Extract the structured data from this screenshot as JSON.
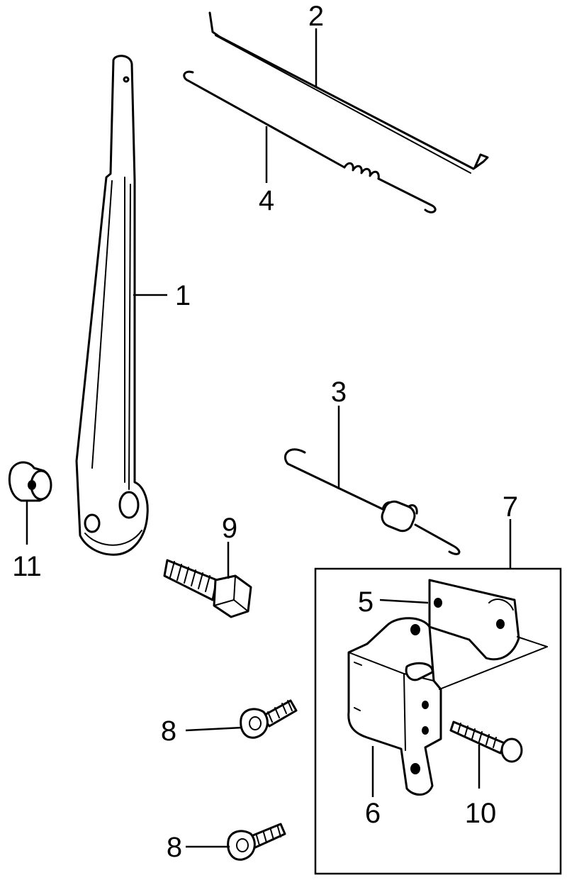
{
  "callouts": [
    {
      "id": "1",
      "label": "1"
    },
    {
      "id": "2",
      "label": "2"
    },
    {
      "id": "3",
      "label": "3"
    },
    {
      "id": "4",
      "label": "4"
    },
    {
      "id": "5",
      "label": "5"
    },
    {
      "id": "6",
      "label": "6"
    },
    {
      "id": "7",
      "label": "7"
    },
    {
      "id": "8a",
      "label": "8"
    },
    {
      "id": "8b",
      "label": "8"
    },
    {
      "id": "9",
      "label": "9"
    },
    {
      "id": "10",
      "label": "10"
    },
    {
      "id": "11",
      "label": "11"
    }
  ],
  "colors": {
    "line": "#000000",
    "background": "#ffffff"
  }
}
